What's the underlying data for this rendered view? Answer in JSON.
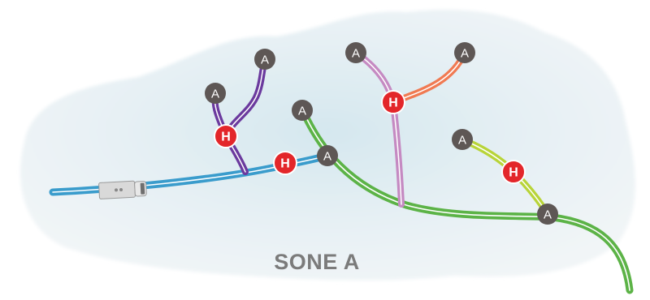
{
  "zone": {
    "label": "SONE A"
  },
  "node_labels": {
    "a": "A",
    "h": "H"
  },
  "colors": {
    "background_cloud": "#e9f1f5",
    "background_highlight": "#d7e8f0",
    "road_blue": "#3a9ccc",
    "road_green": "#5cb347",
    "road_purple": "#6b3a9e",
    "road_pink": "#c58ac2",
    "road_orange": "#f07a52",
    "road_lime": "#b8d438",
    "node_a_fill": "#5e5755",
    "node_h_fill": "#e3262a",
    "node_text": "#ffffff",
    "vehicle_body": "#d9d9d9",
    "zone_label": "#7b7b7b"
  }
}
